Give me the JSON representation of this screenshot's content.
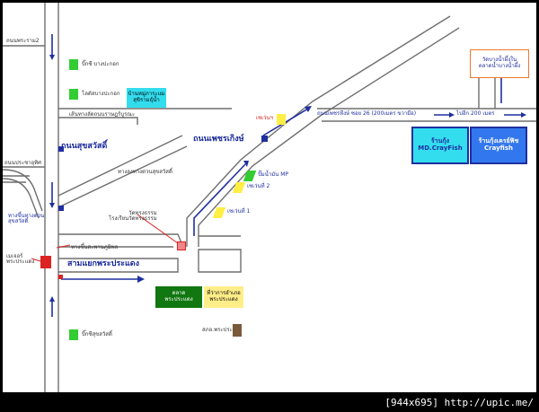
{
  "roads": {
    "phra_ram_2": "ถนนพระราม2",
    "pracha_uthit": "ถนนประชาอุทิศ",
    "suksawat": "ถนนสุขสวัสดิ์",
    "phetkasem": "ถนนเพชรเกิงษ์",
    "phetkasem_soi": "ถนนเพชรหึงษ์ ซอย 26 (200เมตร ขวามือ)",
    "rama2_line": "เส้นทางลัดถนนราษฎร์บูรณะ",
    "expressway_suksawat": "ทางลงทางด่วนสุขสวัสดิ์",
    "expressway_exit": "ทางขึ้นทางด่วน\nสุขสวัสดิ์",
    "to_sukhumvit": "ทางขึ้นสะพานภูมิพล",
    "sam_yaek": "สามแยกพระประแดง"
  },
  "places": {
    "big_c": "บิ๊กซี บางปะกอก",
    "lotus": "โลตัสบางปะกอก",
    "village": "บ้านหมู่ภาระแม\nสุขิรามธุ์น้ำ",
    "sevens": "เซเว่นฯ",
    "gas_pt": "ปั๊มน้ำมัน MP",
    "seven_2": "เซเว่นที่ 2",
    "seven_1": "เซเว่นที่ 1",
    "wat": "วัดทรงธรรม\nโรงเรียนวัดทรงธรรม",
    "city_hall": "เมเจอร์\nพระประแดง",
    "market": "ตลาด\nพระประแดง",
    "district_office": "ที่ว่าการอำเภอ\nพระประแดง",
    "police": "สภอ.พระประแดง",
    "big_c2": "บิ๊กซีสุขสวัสดิ์",
    "destination_note": "วัดบางน้ำผึ้งใน\nตลาดน้ำบางน้ำผึ้ง",
    "distance_note": "ไปอีก 200 เมตร"
  },
  "shops": {
    "shop1_name": "ร้านกุ้ง",
    "shop1_sub": "MD.CrayFish",
    "shop2_name": "ร้านกุ้งเครย์ฟิช",
    "shop2_sub": "Crayfish"
  },
  "footer": "[944x695] http://upic.me/",
  "colors": {
    "road": "#6f6f6f",
    "route": "#1f2fa0",
    "green": "#33cc33",
    "yellow": "#ffee44",
    "cyan": "#33ddee",
    "blue": "#3377ee",
    "red": "#dd2222",
    "orange": "#ee7733"
  }
}
